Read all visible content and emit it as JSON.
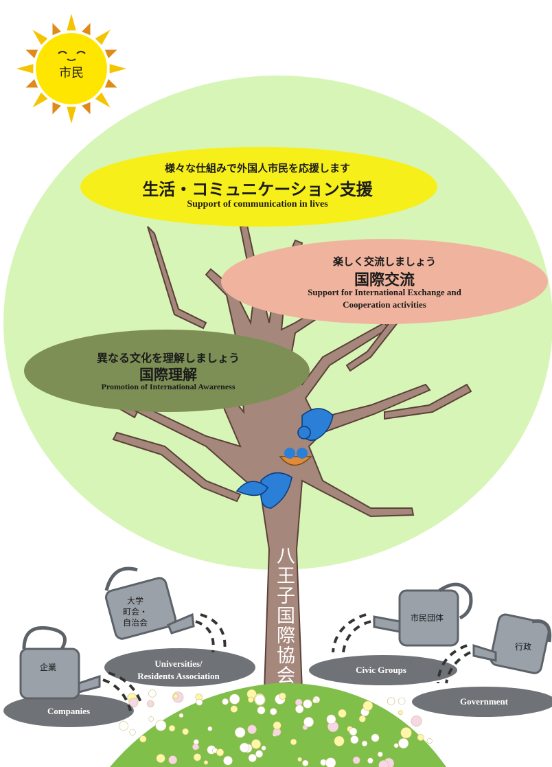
{
  "sun": {
    "label": "市民",
    "color": "#ffe600",
    "ray_color_a": "#f5c400",
    "ray_color_b": "#e08a1a"
  },
  "canopy": {
    "color": "#d8f5b8"
  },
  "bubbles": {
    "support": {
      "subtitle": "様々な仕組みで外国人市民を応援します",
      "title": "生活・コミュニケーション支援",
      "english": "Support of communication in lives",
      "color": "#f7ef1a"
    },
    "exchange": {
      "subtitle": "楽しく交流しましょう",
      "title": "国際交流",
      "english_line1": "Support for International Exchange and",
      "english_line2": "Cooperation activities",
      "color": "#f0b49e"
    },
    "awareness": {
      "subtitle": "異なる文化を理解しましょう",
      "title": "国際理解",
      "english": "Promotion of International Awareness",
      "color": "#7d8f55"
    }
  },
  "trunk": {
    "label": "八王子国際協会",
    "color": "#a5877c"
  },
  "supporters": {
    "companies": {
      "can_label": "企業",
      "ground_label": "Companies"
    },
    "universities": {
      "can_label_lines": [
        "大学",
        "町会・",
        "自治会"
      ],
      "ground_label_line1": "Universities/",
      "ground_label_line2": "Residents Association"
    },
    "civic": {
      "can_label": "市民団体",
      "ground_label": "Civic Groups"
    },
    "government": {
      "can_label": "行政",
      "ground_label": "Government"
    }
  },
  "colors": {
    "can": "#9aa1a8",
    "can_dark": "#5c6268",
    "ground_oval": "#6f7276",
    "bird": "#2b7fd6",
    "grass": "#7fbf4a"
  }
}
